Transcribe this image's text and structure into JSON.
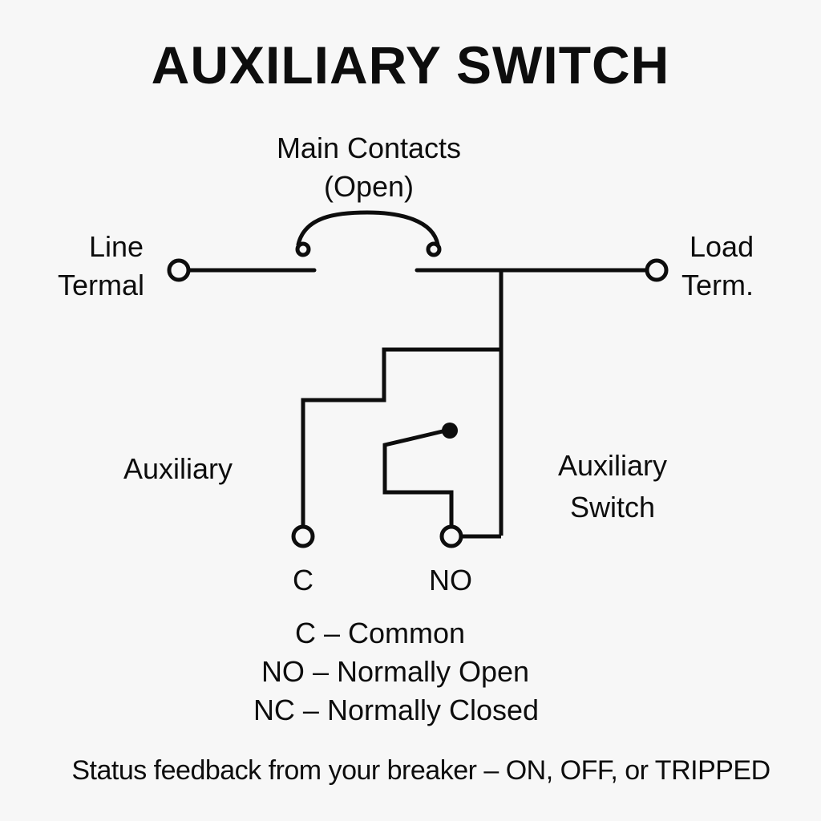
{
  "title": "AUXILIARY SWITCH",
  "main_contacts": {
    "line1": "Main Contacts",
    "line2": "(Open)"
  },
  "line_terminal": {
    "line1": "Line",
    "line2": "Termal"
  },
  "load_terminal": {
    "line1": "Load",
    "line2": "Term."
  },
  "aux_left_label": "Auxiliary",
  "aux_right_label": {
    "line1": "Auxiliary",
    "line2": "Switch"
  },
  "terminals": {
    "common": "C",
    "normally_open": "NO"
  },
  "legend": [
    "C – Common",
    "NO – Normally Open",
    "NC – Normally Closed"
  ],
  "footer": "Status feedback from your breaker – ON, OFF, or TRIPPED",
  "colors": {
    "ink": "#0d0d0d",
    "background": "#f7f7f7"
  }
}
